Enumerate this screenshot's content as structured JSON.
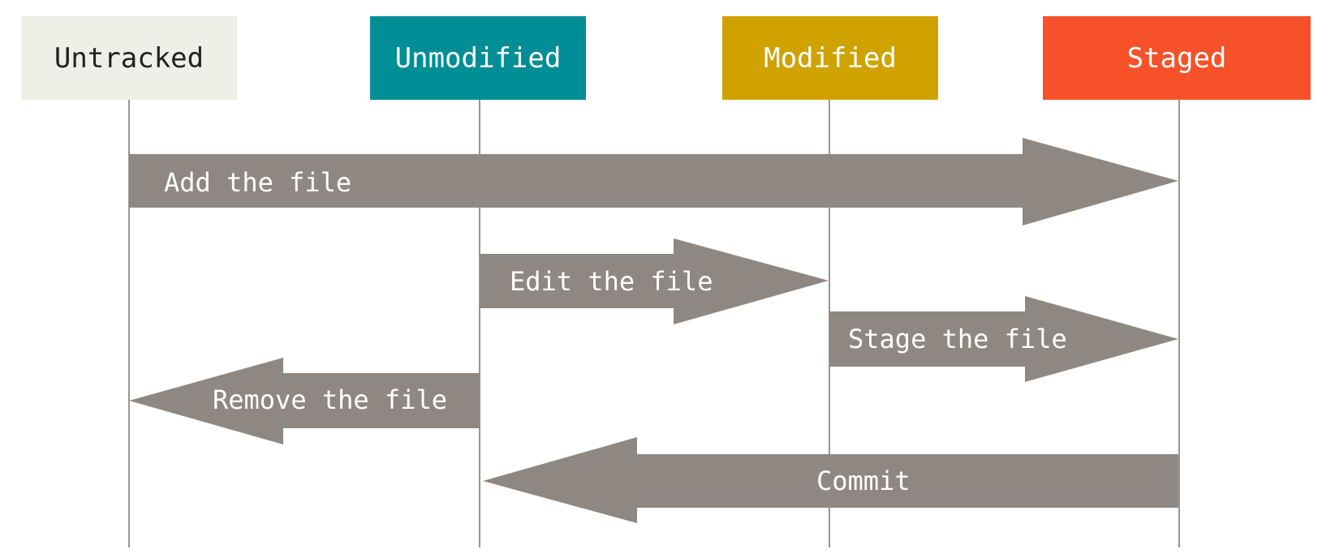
{
  "states": {
    "untracked": "Untracked",
    "unmodified": "Unmodified",
    "modified": "Modified",
    "staged": "Staged"
  },
  "transitions": {
    "add": "Add the file",
    "edit": "Edit the file",
    "stage": "Stage the file",
    "remove": "Remove the file",
    "commit": "Commit"
  },
  "colors": {
    "untracked_box": "#f0efe7",
    "untracked_text": "#222222",
    "unmodified_box": "#008e96",
    "modified_box": "#cfa200",
    "staged_box": "#f65129",
    "state_text_light": "#ffffff",
    "arrow": "#8f8882",
    "lifeline": "#9a9591"
  }
}
